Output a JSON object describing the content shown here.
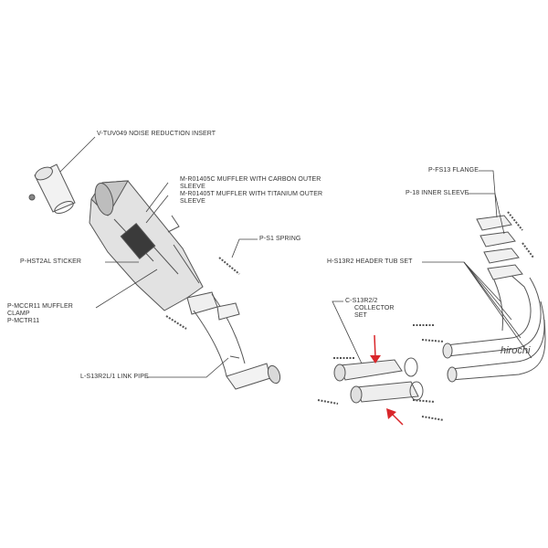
{
  "labels": {
    "noise_insert": "V-TUV049 NOISE REDUCTION INSERT",
    "muffler_carbon": "M-R01405C  MUFFLER WITH CARBON OUTER",
    "muffler_carbon_2": "SLEEVE",
    "muffler_titanium": "M-R01405T MUFFLER WITH TITANIUM OUTER",
    "muffler_titanium_2": "SLEEVE",
    "sticker": "P-HST2AL STICKER",
    "spring": "P-S1 SPRING",
    "clamp_1": "P-MCCR11 MUFFLER",
    "clamp_2": "CLAMP",
    "clamp_3": "P-MCTR11",
    "link_pipe": "L-S13R2L/1 LINK PIPE",
    "flange": "P-FS13 FLANGE",
    "inner_sleeve": "P-18 INNER SLEEVE",
    "header_set": "H-S13R2 HEADER TUB SET",
    "collector_1": "C-S13R2/2",
    "collector_2": "COLLECTOR",
    "collector_3": "SET"
  },
  "watermark": "hirochi",
  "colors": {
    "line": "#555555",
    "arrow": "#d9262a",
    "muffler_fill": "#d4d4d4",
    "sticker_fill": "#3a3a3a"
  }
}
